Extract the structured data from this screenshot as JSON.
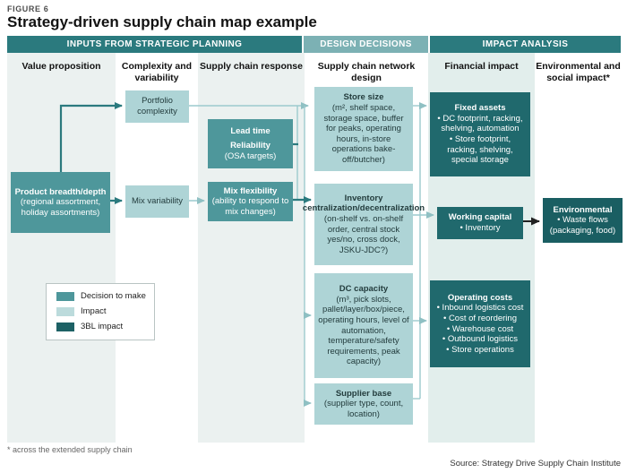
{
  "figure_label": "FIGURE 6",
  "title": "Strategy-driven supply chain map example",
  "bars": {
    "inputs": "INPUTS FROM STRATEGIC PLANNING",
    "design": "DESIGN DECISIONS",
    "impact": "IMPACT ANALYSIS"
  },
  "columns": {
    "c1": "Value proposition",
    "c2": "Complexity and variability",
    "c3": "Supply chain response",
    "c4": "Supply chain network design",
    "c5": "Financial impact",
    "c6": "Environmental and social impact*"
  },
  "boxes": {
    "product_breadth": {
      "title": "Product breadth/depth",
      "detail": "(regional assortment, holiday assortments)"
    },
    "portfolio_complexity": {
      "title": "Portfolio complexity"
    },
    "mix_variability": {
      "title": "Mix variability"
    },
    "lead_time": {
      "title": "Lead time",
      "title2": "Reliability",
      "detail": "(OSA targets)"
    },
    "mix_flexibility": {
      "title": "Mix flexibility",
      "detail": "(ability to respond to mix changes)"
    },
    "store_size": {
      "title": "Store size",
      "detail": "(m², shelf space, storage space, buffer for peaks, operating hours, in-store operations bake-off/butcher)"
    },
    "inventory": {
      "title": "Inventory centralization/decentralization",
      "detail": "(on-shelf vs. on-shelf order, central stock yes/no, cross dock, JSKU-JDC?)"
    },
    "dc_capacity": {
      "title": "DC capacity",
      "detail": "(m³, pick slots, pallet/layer/box/piece, operating hours, level of automation, temperature/safety requirements, peak capacity)"
    },
    "supplier_base": {
      "title": "Supplier base",
      "detail": "(supplier type, count, location)"
    },
    "fixed_assets": {
      "title": "Fixed assets",
      "bullets": [
        "• DC footprint, racking, shelving, automation",
        "• Store footprint, racking, shelving, special storage"
      ]
    },
    "working_capital": {
      "title": "Working capital",
      "bullets": [
        "• Inventory"
      ]
    },
    "operating_costs": {
      "title": "Operating costs",
      "bullets": [
        "• Inbound logistics cost",
        "• Cost of reordering",
        "• Warehouse cost",
        "• Outbound logistics",
        "• Store operations"
      ]
    },
    "environmental": {
      "title": "Environmental",
      "bullets": [
        "• Waste flows (packaging, food)"
      ]
    }
  },
  "legend": {
    "items": [
      {
        "label": "Decision to make",
        "color": "#4e979b"
      },
      {
        "label": "Impact",
        "color": "#bcdbdc"
      },
      {
        "label": "3BL impact",
        "color": "#1d6165"
      }
    ]
  },
  "footnote": "* across the extended supply chain",
  "source": "Source: Strategy Drive Supply Chain Institute",
  "colors": {
    "header_dark": "#2b7a7e",
    "header_light": "#7cb1b4",
    "decision_box": "#4e979b",
    "impact_box": "#aed4d6",
    "financial_box": "#20696d",
    "threebl_box": "#1a5e62",
    "band_gray": "#ebf1f0",
    "band_teal": "#e2eeec",
    "connector_light": "#9ccacd",
    "connector_dark": "#2b7a7e",
    "connector_black": "#222222"
  }
}
